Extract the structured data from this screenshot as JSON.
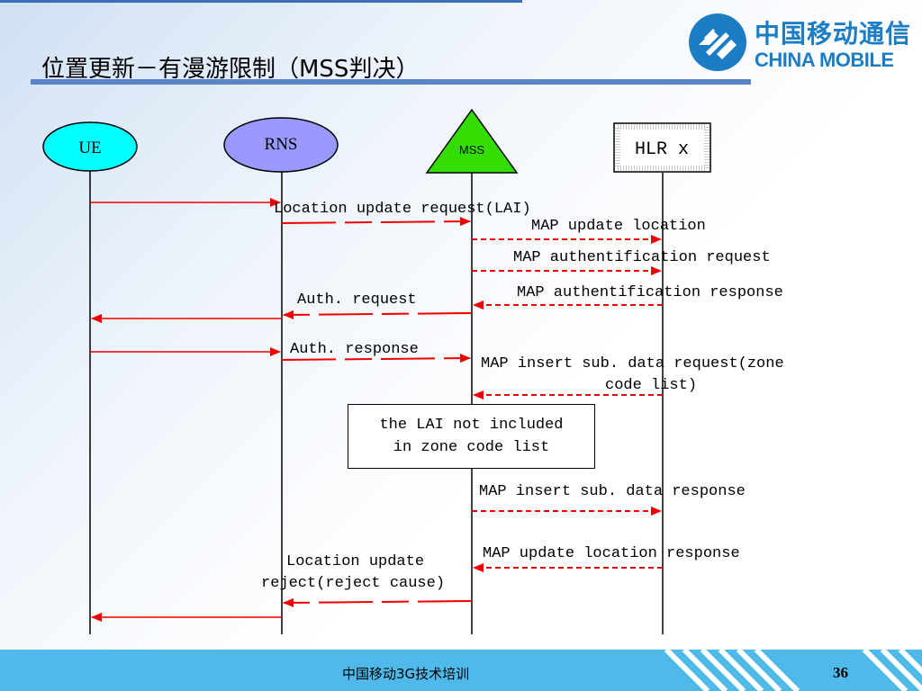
{
  "slide": {
    "title": "位置更新－有漫游限制（MSS判决）",
    "footer": "中国移动3G技术培训",
    "page_number": "36"
  },
  "logo": {
    "name_cn": "中国移动通信",
    "name_en": "CHINA MOBILE",
    "color": "#1d7dc4"
  },
  "entities": {
    "ue": "UE",
    "rns": "RNS",
    "mss": "MSS",
    "hlr": "HLR x"
  },
  "messages": {
    "m1": "Location update request(LAI)",
    "m2": "MAP update location",
    "m3": "MAP authentification request",
    "m4": "MAP authentification response",
    "m5": "Auth. request",
    "m6": "Auth. response",
    "m7_line1": "MAP insert sub. data request(zone",
    "m7_line2": "code list)",
    "m8": "MAP insert sub. data response",
    "m9": "MAP update location response",
    "m10_line1": "Location update",
    "m10_line2": "reject(reject cause)"
  },
  "note": {
    "line1": "the LAI not included",
    "line2": "in zone code list"
  },
  "colors": {
    "ue_fill": "#00ffff",
    "rns_fill": "#9999ff",
    "mss_fill": "#33dd00",
    "arrow": "#ee0000",
    "footer": "#4fb9ea"
  }
}
